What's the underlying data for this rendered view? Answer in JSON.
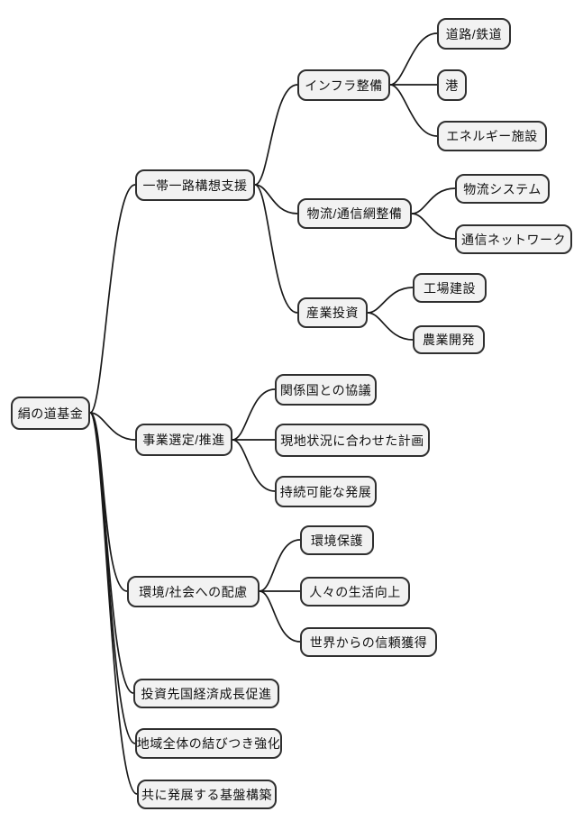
{
  "diagram": {
    "type": "mindmap",
    "root": {
      "label": "絹の道基金"
    },
    "branches": [
      {
        "label": "一帯一路構想支援",
        "children": [
          {
            "label": "インフラ整備",
            "children": [
              {
                "label": "道路/鉄道"
              },
              {
                "label": "港"
              },
              {
                "label": "エネルギー施設"
              }
            ]
          },
          {
            "label": "物流/通信網整備",
            "children": [
              {
                "label": "物流システム"
              },
              {
                "label": "通信ネットワーク"
              }
            ]
          },
          {
            "label": "産業投資",
            "children": [
              {
                "label": "工場建設"
              },
              {
                "label": "農業開発"
              }
            ]
          }
        ]
      },
      {
        "label": "事業選定/推進",
        "children": [
          {
            "label": "関係国との協議"
          },
          {
            "label": "現地状況に合わせた計画"
          },
          {
            "label": "持続可能な発展"
          }
        ]
      },
      {
        "label": "環境/社会への配慮",
        "children": [
          {
            "label": "環境保護"
          },
          {
            "label": "人々の生活向上"
          },
          {
            "label": "世界からの信頼獲得"
          }
        ]
      },
      {
        "label": "投資先国経済成長促進",
        "children": []
      },
      {
        "label": "地域全体の結びつき強化",
        "children": []
      },
      {
        "label": "共に発展する基盤構築",
        "children": []
      }
    ],
    "colors": {
      "node_fill": "#f2f2f2",
      "node_border": "#2f2f2f",
      "connector": "#1a1a1a",
      "text": "#111111",
      "background": "#ffffff"
    }
  }
}
